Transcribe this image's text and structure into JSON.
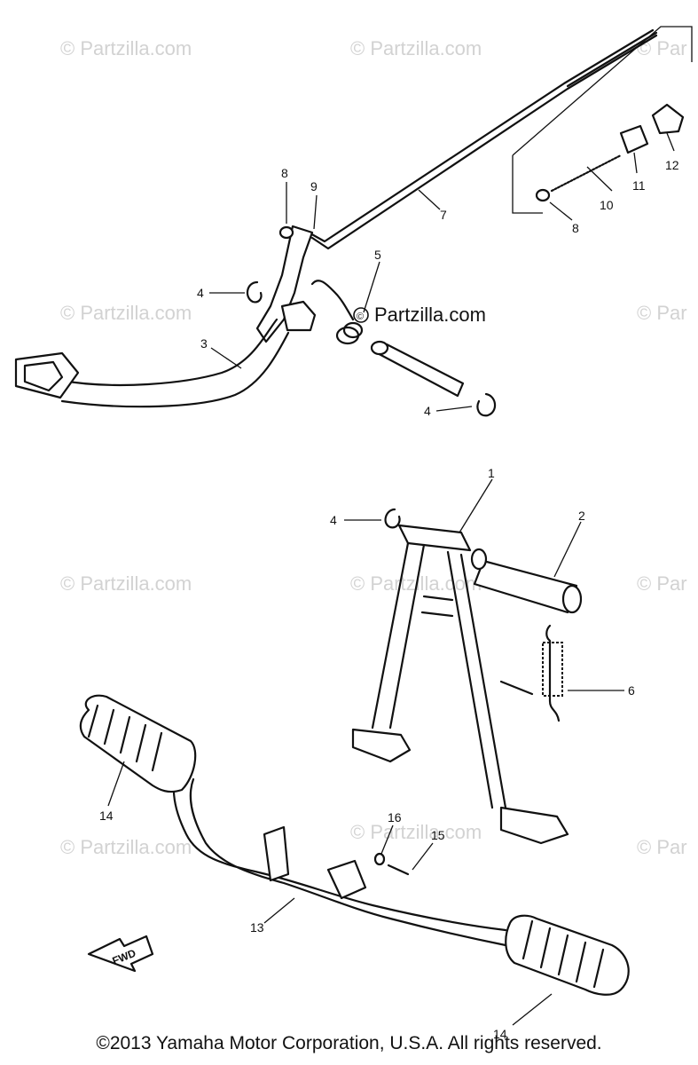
{
  "watermark": "© Partzilla.com",
  "watermark_partial": "© Par",
  "link_label": "Partzilla.com",
  "link_symbol": "©",
  "fwd_label": "FWD",
  "copyright": "©2013 Yamaha Motor Corporation, U.S.A. All rights reserved.",
  "callouts": [
    "1",
    "2",
    "3",
    "4",
    "5",
    "6",
    "7",
    "8",
    "9",
    "10",
    "11",
    "12",
    "13",
    "14",
    "15",
    "16"
  ]
}
